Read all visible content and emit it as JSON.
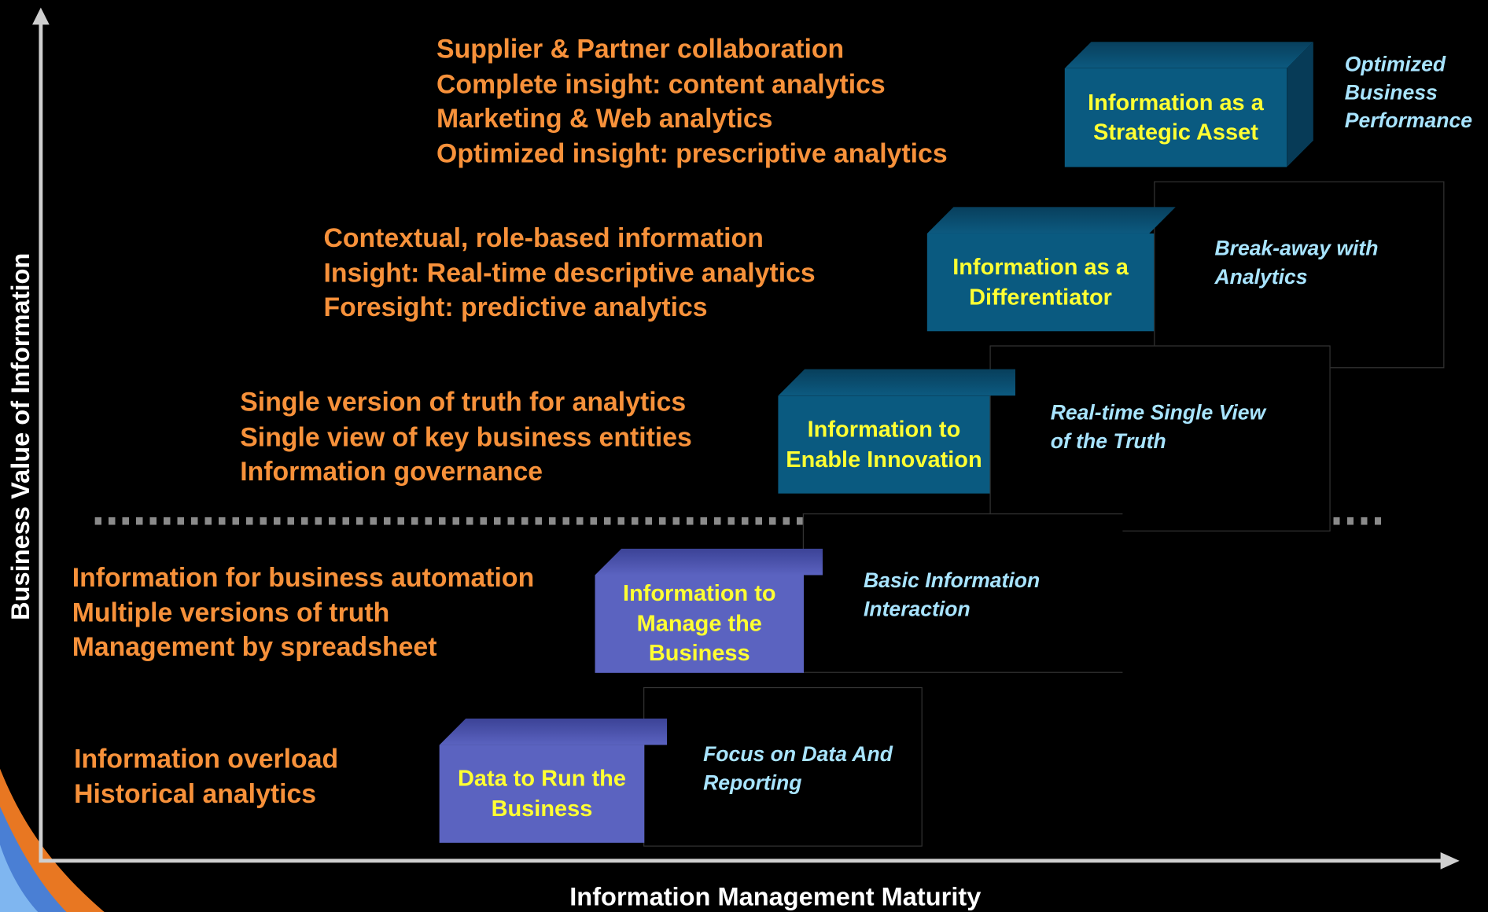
{
  "axes": {
    "y_label": "Business Value of Information",
    "x_label": "Information Management Maturity"
  },
  "levels": [
    {
      "stage_label": "Data to Run the Business",
      "characteristics": [
        "Information overload",
        "Historical analytics"
      ],
      "panel_text": "Focus on Data And Reporting",
      "box_color": "#5b63c0"
    },
    {
      "stage_label": "Information to Manage the Business",
      "characteristics": [
        "Information for business automation",
        "Multiple versions of truth",
        "Management by spreadsheet"
      ],
      "panel_text": "Basic Information Interaction",
      "box_color": "#5b63c0"
    },
    {
      "stage_label": "Information to Enable Innovation",
      "characteristics": [
        "Single version of truth for analytics",
        "Single view of key business entities",
        "Information governance"
      ],
      "panel_text": "Real-time Single View of the Truth",
      "box_color": "#0a5a80"
    },
    {
      "stage_label": "Information as a Differentiator",
      "characteristics": [
        "Contextual, role-based information",
        "Insight: Real-time descriptive analytics",
        "Foresight: predictive analytics"
      ],
      "panel_text": "Break-away with Analytics",
      "box_color": "#0a5a80"
    },
    {
      "stage_label": "Information as a Strategic Asset",
      "characteristics": [
        "Supplier & Partner collaboration",
        "Complete insight: content analytics",
        "Marketing & Web analytics",
        "Optimized insight: prescriptive analytics"
      ],
      "panel_text": "Optimized Business Performance",
      "box_color": "#0a5a80"
    }
  ],
  "colors": {
    "characteristics_text": "#f7913a",
    "stage_text": "#ffff33",
    "panel_text": "#a8e4ff",
    "axis": "#cfcfcf",
    "background": "#000000"
  }
}
